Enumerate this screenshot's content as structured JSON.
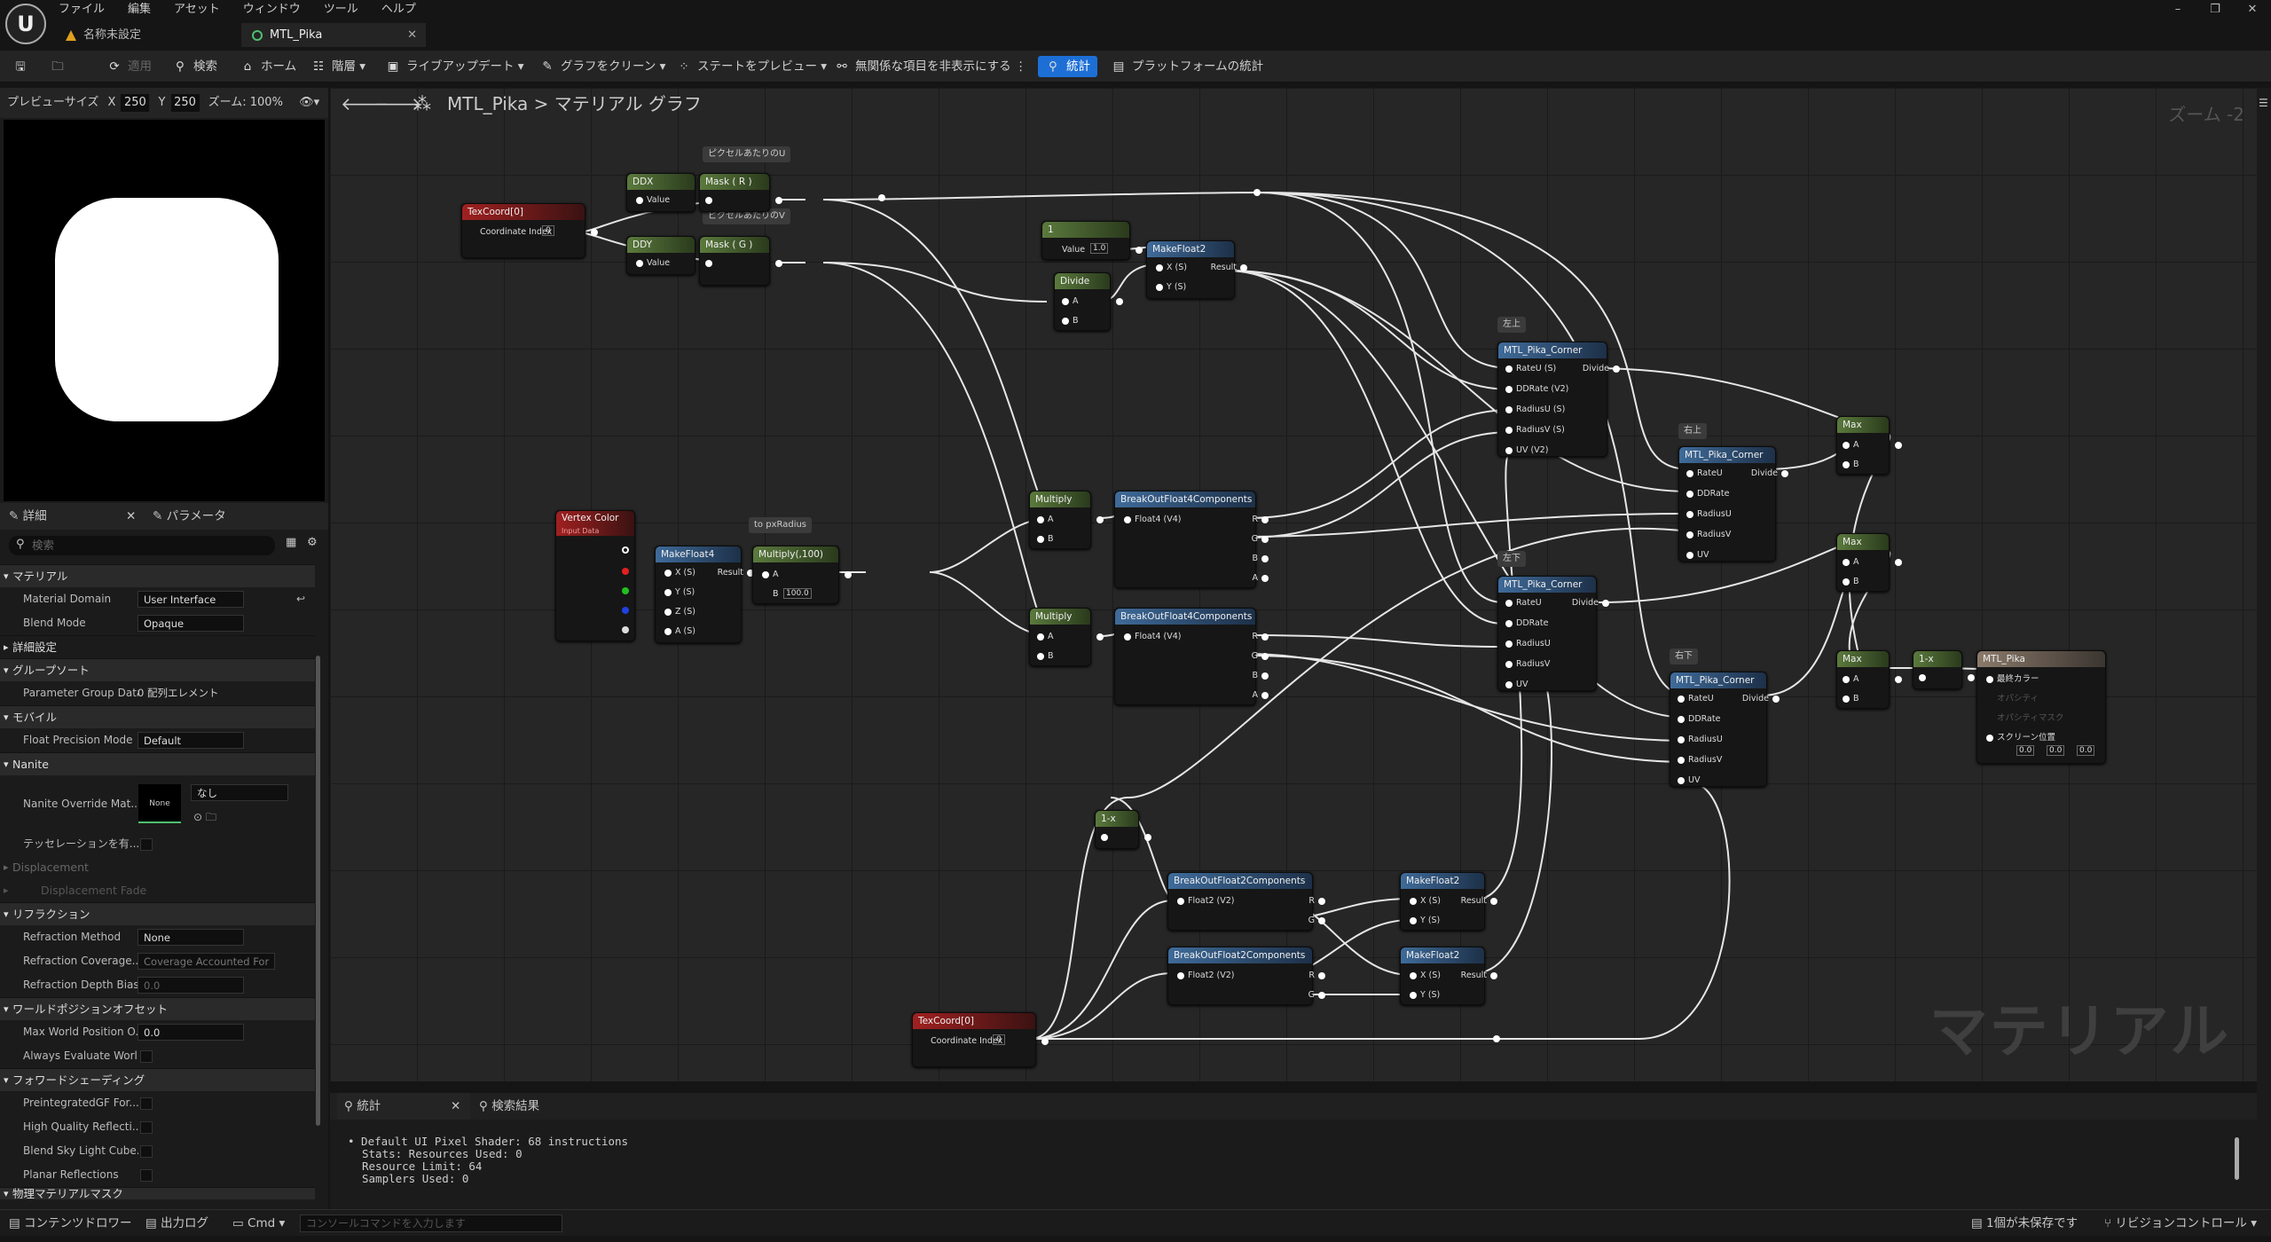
{
  "menu": [
    "ファイル",
    "編集",
    "アセット",
    "ウィンドウ",
    "ツール",
    "ヘルプ"
  ],
  "logo": "U",
  "window_controls": [
    "–",
    "❐",
    "✕"
  ],
  "tabs": [
    {
      "label": "名称未設定"
    },
    {
      "label": "MTL_Pika",
      "close": "✕"
    }
  ],
  "toolbar": {
    "apply": "適用",
    "search": "検索",
    "home": "ホーム",
    "hierarchy": "階層",
    "live_update": "ライブアップデート",
    "clean_graph": "グラフをクリーン",
    "preview_state": "ステートをプレビュー",
    "hide_unrelated": "無関係な項目を非表示にする",
    "stats": "統計",
    "platform_stats": "プラットフォームの統計"
  },
  "preview": {
    "size_label": "プレビューサイズ",
    "x_label": "X",
    "x": "250",
    "y_label": "Y",
    "y": "250",
    "zoom": "ズーム: 100%"
  },
  "details": {
    "tab_details": "詳細",
    "tab_params": "パラメータ",
    "search_placeholder": "検索"
  },
  "props": {
    "material": "マテリアル",
    "material_domain": "Material Domain",
    "material_domain_val": "User Interface",
    "blend_mode": "Blend Mode",
    "blend_mode_val": "Opaque",
    "advanced": "詳細設定",
    "group_sort": "グループソート",
    "param_group": "Parameter Group Data",
    "param_group_val": "0 配列エレメント",
    "mobile": "モバイル",
    "float_prec": "Float Precision Mode",
    "float_prec_val": "Default",
    "nanite": "Nanite",
    "nanite_override": "Nanite Override Mat...",
    "nanite_none": "None",
    "nanite_val": "なし",
    "tess": "テッセレーションを有...",
    "displacement": "Displacement",
    "displacement_fade": "Displacement Fade",
    "refraction": "リフラクション",
    "refr_method": "Refraction Method",
    "refr_method_val": "None",
    "refr_cov": "Refraction Coverage...",
    "refr_cov_val": "Coverage Accounted For",
    "refr_depth": "Refraction Depth Bias",
    "refr_depth_val": "0.0",
    "wpo": "ワールドポジションオフセット",
    "max_wpo": "Max World Position O...",
    "max_wpo_val": "0.0",
    "always_eval": "Always Evaluate Worl...",
    "forward": "フォワードシェーディング",
    "pregf": "PreintegratedGF For...",
    "hq_refl": "High Quality Reflecti...",
    "blend_sky": "Blend Sky Light Cube...",
    "planar": "Planar Reflections",
    "phys_mask": "物理マテリアルマスク"
  },
  "graph": {
    "breadcrumb_asset": "MTL_Pika",
    "breadcrumb_sep": ">",
    "breadcrumb_graph": "マテリアル グラフ",
    "zoom": "ズーム -2",
    "watermark": "マテリアル"
  },
  "nodes": {
    "texcoord": "TexCoord[0]",
    "coord_index": "Coordinate Index",
    "coord_index_val": "0",
    "ddx": "DDX",
    "ddy": "DDY",
    "value": "Value",
    "mask_r": "Mask ( R )",
    "mask_g": "Mask ( G )",
    "comment_u": "ピクセルあたりのU",
    "comment_v": "ピクセルあたりのV",
    "const1": "1",
    "const1_value": "Value",
    "const1_val": "1.0",
    "divide": "Divide",
    "a": "A",
    "b": "B",
    "makefloat2": "MakeFloat2",
    "xs": "X (S)",
    "ys": "Y (S)",
    "zs": "Z (S)",
    "as": "A (S)",
    "result": "Result",
    "vertex_color": "Vertex Color",
    "input_data": "Input Data",
    "makefloat4": "MakeFloat4",
    "multiply100": "Multiply(,100)",
    "b_val": "100.0",
    "comment_px": "to pxRadius",
    "multiply": "Multiply",
    "breakout4": "BreakOutFloat4Components",
    "float4": "Float4 (V4)",
    "r": "R",
    "g": "G",
    "bb": "B",
    "aa": "A",
    "one_minus": "1-x",
    "breakout2": "BreakOutFloat2Components",
    "float2": "Float2 (V2)",
    "corner": "MTL_Pika_Corner",
    "rateu_s": "RateU (S)",
    "ddrate_v2": "DDRate (V2)",
    "radiusu_s": "RadiusU (S)",
    "radiusv_s": "RadiusV (S)",
    "uv_v2": "UV (V2)",
    "rateu": "RateU",
    "ddrate": "DDRate",
    "radiusu": "RadiusU",
    "radiusv": "RadiusV",
    "uv": "UV",
    "c_tl": "左上",
    "c_tr": "右上",
    "c_bl": "左下",
    "c_br": "右下",
    "max": "Max",
    "output": "MTL_Pika",
    "final_color": "最終カラー",
    "opacity": "オパシティ",
    "opacity_mask": "オパシティマスク",
    "screen_pos": "スクリーン位置",
    "sx": "0.0",
    "sy": "0.0",
    "sz": "0.0"
  },
  "bottom": {
    "tab_stats": "統計",
    "tab_search": "検索結果",
    "stats_lines": [
      "• Default UI Pixel Shader: 68 instructions",
      "Stats: Resources Used: 0",
      "Resource Limit: 64",
      "Samplers Used: 0"
    ]
  },
  "status": {
    "content_drawer": "コンテンツドロワー",
    "output_log": "出力ログ",
    "cmd": "Cmd",
    "console_placeholder": "コンソールコマンドを入力します",
    "unsaved": "1個が未保存です",
    "revision": "リビジョンコントロール"
  }
}
